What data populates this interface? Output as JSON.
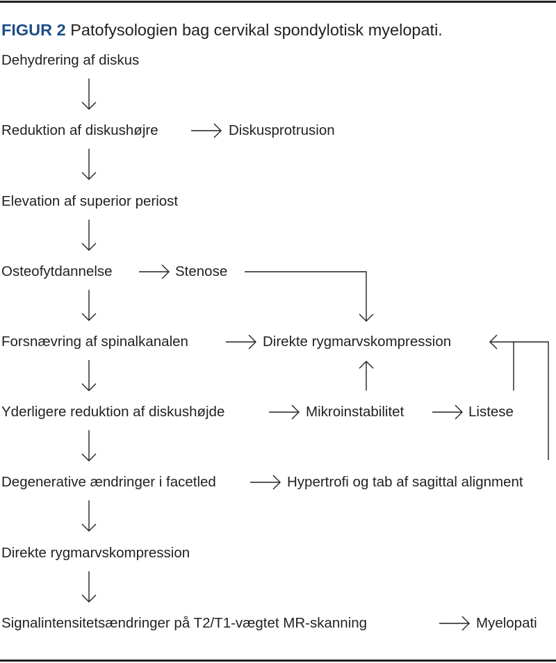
{
  "figure": {
    "label": "FIGUR 2",
    "caption": "Patofysologien bag cervikal spondylotisk myelopati."
  },
  "nodes": {
    "dehydrering": "Dehydrering af diskus",
    "reduktion": "Reduktion af diskushøjre",
    "diskusprotrusion": "Diskusprotrusion",
    "elevation": "Elevation af superior periost",
    "osteofyt": "Osteofytdannelse",
    "stenose": "Stenose",
    "forsnaevring": "Forsnævring af spinalkanalen",
    "direkte1": "Direkte rygmarvskompression",
    "yderligere": "Yderligere reduktion af diskushøjde",
    "mikro": "Mikroinstabilitet",
    "listese": "Listese",
    "degenerative": "Degenerative ændringer i facetled",
    "hypertrofi": "Hypertrofi og tab af sagittal alignment",
    "direkte2": "Direkte rygmarvskompression",
    "signal": "Signalintensitetsændringer på T2/T1-vægtet MR-skanning",
    "myelopati": "Myelopati"
  },
  "colors": {
    "accent": "#1f4e87",
    "text": "#231f20"
  }
}
